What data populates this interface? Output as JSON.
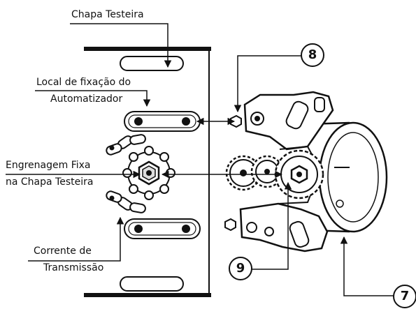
{
  "labels": {
    "chapa_testeira": "Chapa Testeira",
    "local_fixacao_line1": "Local de fixação do",
    "local_fixacao_line2": "Automatizador",
    "engrenagem_line1": "Engrenagem Fixa",
    "engrenagem_line2": "na Chapa Testeira",
    "corrente_line1": "Corrente de",
    "corrente_line2": "Transmissão"
  },
  "callouts": {
    "eight": "8",
    "nine": "9",
    "seven": "7"
  }
}
